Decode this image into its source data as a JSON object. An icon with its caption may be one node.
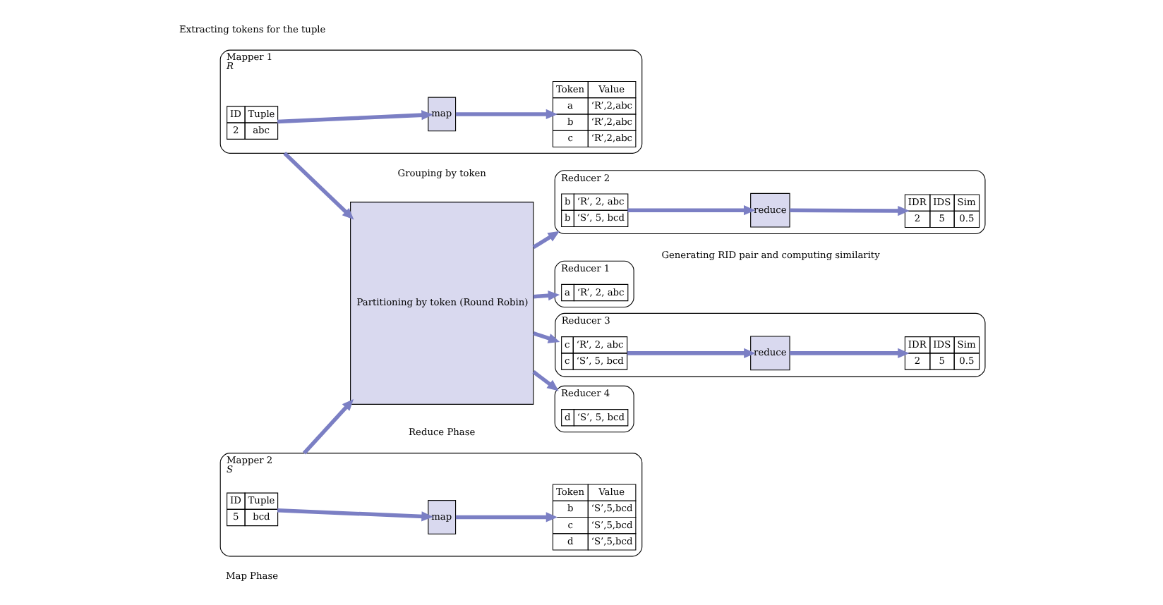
{
  "diagram": {
    "nodes": [
      {
        "text": [
          "Mapper 1",
          "R"
        ]
      },
      {
        "text": [
          "ID",
          "Tuple",
          "2",
          "abc"
        ],
        "in": 0
      },
      {
        "text": [
          "map"
        ],
        "in": 0
      },
      {
        "text": [
          "Token",
          "Value",
          "a",
          "‘R’,2,abc",
          "b",
          "‘R’,2,abc",
          "c",
          "‘R’,2,abc"
        ],
        "in": 0
      },
      {
        "text": [
          "Mapper 2",
          "S"
        ]
      },
      {
        "text": [
          "ID",
          "Tuple",
          "5",
          "bcd"
        ],
        "in": 4
      },
      {
        "text": [
          "map"
        ],
        "in": 4
      },
      {
        "text": [
          "Token",
          "Value",
          "b",
          "‘S’,5,bcd",
          "c",
          "‘S’,5,bcd",
          "d",
          "‘S’,5,bcd"
        ],
        "in": 4
      },
      {
        "text": [
          "Partitioning by token (Round Robin)"
        ]
      },
      {
        "text": [
          "Reducer 1"
        ]
      },
      {
        "text": [
          "a",
          "‘R’, 2, abc"
        ],
        "in": 9
      },
      {
        "text": [
          "Reducer 2"
        ]
      },
      {
        "text": [
          "b",
          "‘R’, 2, abc",
          "b",
          "‘S’, 5, bcd"
        ],
        "in": 11
      },
      {
        "text": [
          "reduce"
        ],
        "in": 11
      },
      {
        "text": [
          "IDR",
          "IDS",
          "Sim",
          "2",
          "5",
          "0.5"
        ],
        "in": 11
      },
      {
        "text": [
          "Reducer 3"
        ]
      },
      {
        "text": [
          "c",
          "‘R’, 2, abc",
          "c",
          "‘S’, 5, bcd"
        ],
        "in": 15
      },
      {
        "text": [
          "reduce"
        ],
        "in": 15
      },
      {
        "text": [
          "IDR",
          "IDS",
          "Sim",
          "2",
          "5",
          "0.5"
        ],
        "in": 15
      },
      {
        "text": [
          "Reducer 4"
        ]
      },
      {
        "text": [
          "d",
          "‘S’, 5, bcd"
        ],
        "in": 19
      }
    ],
    "edges": [
      {
        "from": 1,
        "to": 2,
        "arrow": "to"
      },
      {
        "from": 2,
        "to": 3,
        "arrow": "to"
      },
      {
        "from": 0,
        "to": 8,
        "arrow": "to"
      },
      {
        "from": 5,
        "to": 6,
        "arrow": "to"
      },
      {
        "from": 6,
        "to": 7,
        "arrow": "to"
      },
      {
        "from": 4,
        "to": 8,
        "arrow": "to"
      },
      {
        "from": 8,
        "to": 9,
        "arrow": "to"
      },
      {
        "from": 8,
        "to": 11,
        "arrow": "to"
      },
      {
        "from": 8,
        "to": 15,
        "arrow": "to"
      },
      {
        "from": 8,
        "to": 19,
        "arrow": "to"
      },
      {
        "from": 12,
        "to": 13,
        "arrow": "to"
      },
      {
        "from": 13,
        "to": 14,
        "arrow": "to"
      },
      {
        "from": 16,
        "to": 17,
        "arrow": "to"
      },
      {
        "from": 17,
        "to": 18,
        "arrow": "to"
      }
    ],
    "labels": [
      "Extracting tokens for the tuple",
      "Grouping by token",
      "Generating RID pair and computing similarity",
      "Map Phase",
      "Reduce Phase"
    ]
  }
}
